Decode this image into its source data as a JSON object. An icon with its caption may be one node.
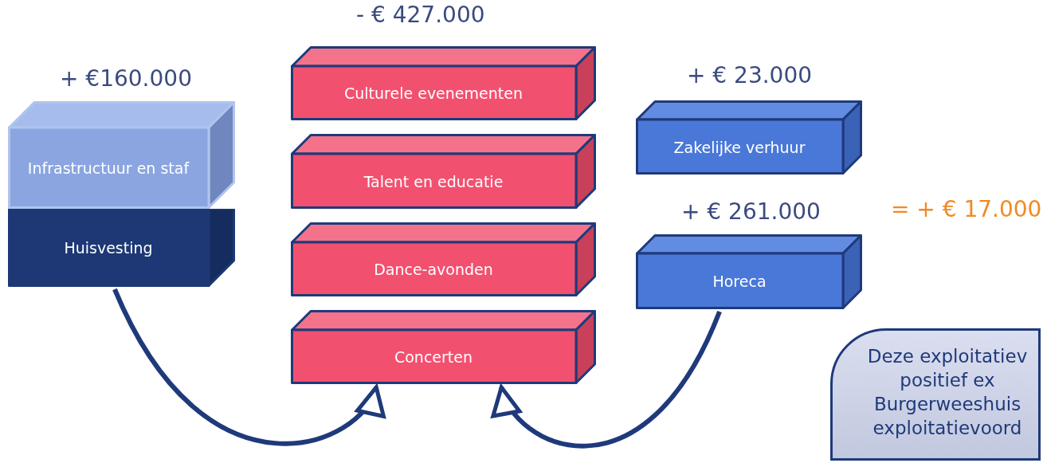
{
  "diagram": {
    "nodes": [
      {
        "text": [
          "Infrastructuur en staf"
        ],
        "beside": [
          "+ €160.000"
        ]
      },
      {
        "text": [
          "Huisvesting"
        ]
      },
      {
        "text": [
          "Culturele evenementen"
        ],
        "beside": [
          "- € 427.000"
        ]
      },
      {
        "text": [
          "Talent en educatie"
        ]
      },
      {
        "text": [
          "Dance-avonden"
        ]
      },
      {
        "text": [
          "Concerten"
        ]
      },
      {
        "text": [
          "Zakelijke verhuur"
        ],
        "beside": [
          "+ € 23.000"
        ]
      },
      {
        "text": [
          "Horeca"
        ],
        "beside": [
          "+ € 261.000"
        ]
      },
      {
        "text": [
          "Deze exploitatiev positief ex Burgerweeshuis exploitatievoord"
        ]
      }
    ],
    "edges": [
      {
        "from": 1,
        "to": 5,
        "arrow": "to"
      },
      {
        "from": 7,
        "to": 5,
        "arrow": "to"
      }
    ],
    "labels": [
      "= + € 17.000"
    ]
  }
}
